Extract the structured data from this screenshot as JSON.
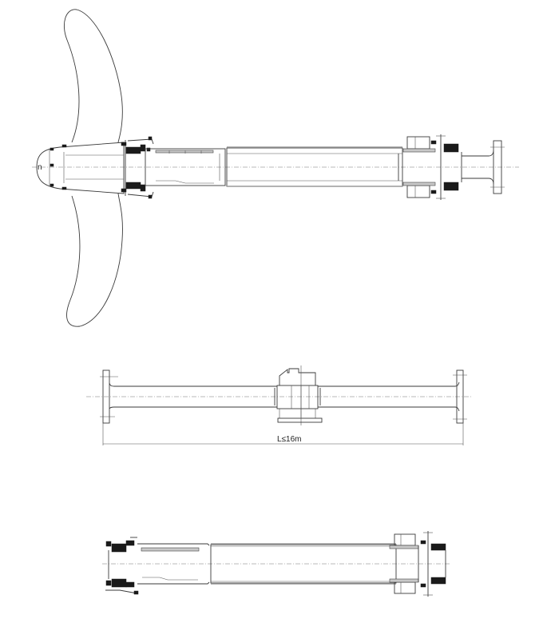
{
  "drawing": {
    "views": [
      {
        "id": "propeller-shaft-assembly",
        "description": "Propeller blade with propeller shaft, hub, seals and flange coupling"
      },
      {
        "id": "intermediate-shaft",
        "description": "Intermediate shaft with flanges and central bearing"
      },
      {
        "id": "stern-tube-assembly",
        "description": "Stern tube with forward and aft seal assemblies"
      }
    ],
    "dimension": {
      "label": "L≤16m"
    },
    "colors": {
      "line": "#3a3a3a",
      "fill_dark": "#1a1a1a",
      "hatch": "#c8c8c8",
      "background": "#ffffff"
    }
  }
}
